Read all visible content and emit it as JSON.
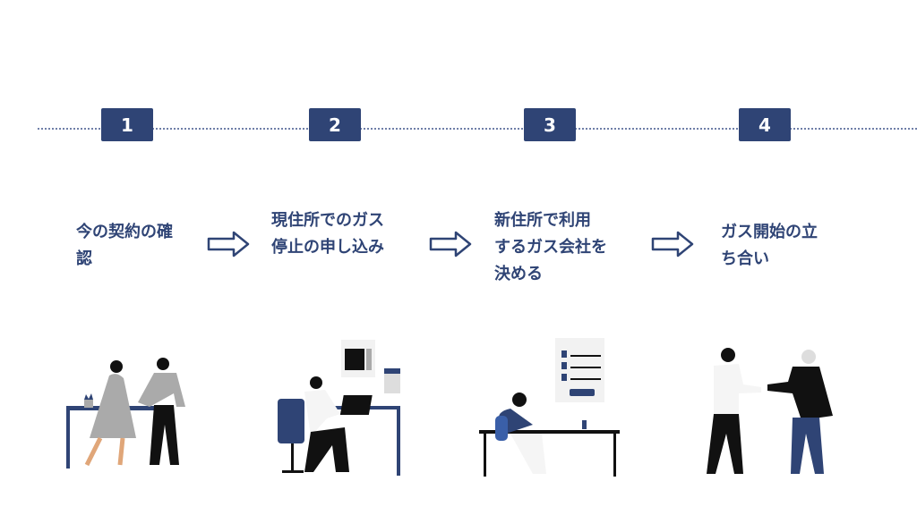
{
  "steps": [
    {
      "number": "1",
      "label_lines": [
        "今の契約の確",
        "認"
      ]
    },
    {
      "number": "2",
      "label_lines": [
        "現住所でのガス",
        "停止の申し込み"
      ]
    },
    {
      "number": "3",
      "label_lines": [
        "新住所で利用",
        "するガス会社を",
        "決める"
      ]
    },
    {
      "number": "4",
      "label_lines": [
        "ガス開始の立",
        "ち合い"
      ]
    }
  ],
  "colors": {
    "accent": "#2f4475",
    "timeline": "#6f7fa8"
  },
  "icons": {
    "arrow": "right-arrow-outline"
  }
}
